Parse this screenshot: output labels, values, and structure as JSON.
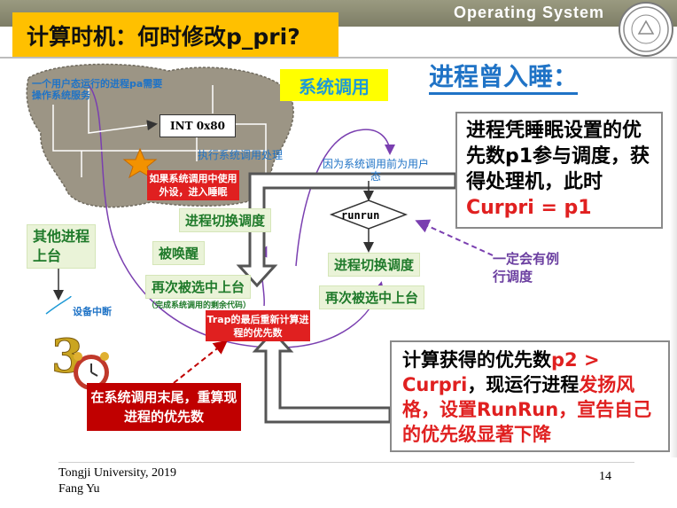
{
  "header": {
    "course_title": "Operating System",
    "slide_title": "计算时机：何时修改p_pri?"
  },
  "labels": {
    "syscall": "系统调用",
    "sleep_title": "进程曾入睡：",
    "user_process": "一个用户态运行的进程pa需要操作系统服务",
    "int_instruction": "INT 0x80",
    "exec_syscall": "执行系统调用处理",
    "use_device": "如果系统调用中使用外设，进入睡眠",
    "switch1": "进程切换调度",
    "awakened": "被唤醒",
    "reselected1": "再次被选中上台",
    "reselected1_sub": "（完成系统调用的剩余代码）",
    "trap_recompute": "Trap的最后重新计算进程的优先数",
    "other_process": "其他进程上台",
    "device_interrupt": "设备中断",
    "ready_when_syscall": "因为系统调用前为用户态",
    "runrun": "runrun",
    "switch2": "进程切换调度",
    "reselected2": "再次被选中上台",
    "must_schedule": "一定会有例行调度",
    "end_of_syscall": "在系统调用末尾，重算现进程的优先数",
    "badge_number": "3"
  },
  "callout1": {
    "text_before": "进程凭睡眠设置的优先数p1参与调度，获得处理机，此时",
    "text_red": "Curpri = p1"
  },
  "callout2": {
    "part1": "计算获得的优先数",
    "part2_red": "p2 > Curpri",
    "part3": "，现运行进程",
    "part4_red": "发扬风格，设置RunRun，宣告自己的优先级显著下降"
  },
  "footer": {
    "university": "Tongji University, 2019",
    "author": "Fang Yu",
    "page": "14"
  },
  "colors": {
    "header_bar": "#8d8d72",
    "title_bg": "#ffc000",
    "accent_blue": "#1f73c6",
    "accent_red": "#e02020",
    "purple_arrow": "#6b3fa0",
    "green_label": "#1f7a2a"
  }
}
